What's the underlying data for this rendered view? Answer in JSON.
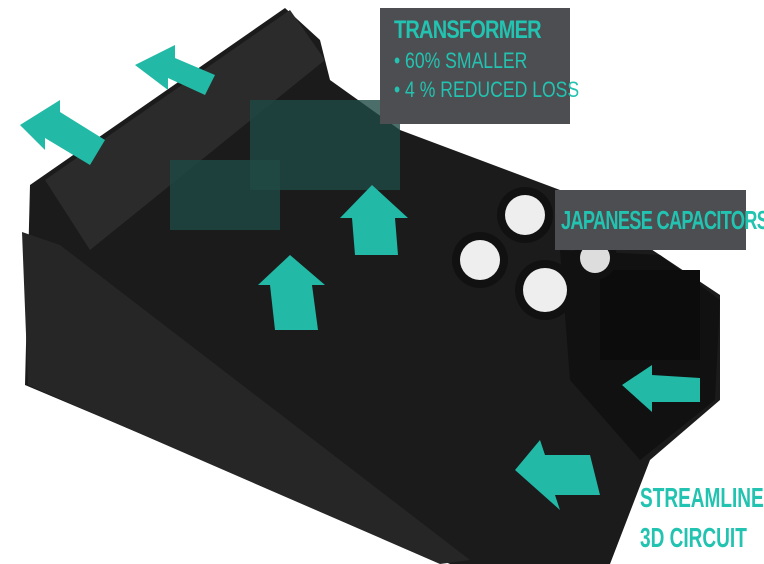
{
  "callouts": {
    "transformer": {
      "title": "TRANSFORMER",
      "bullets": [
        "• 60% SMALLER",
        "• 4 % REDUCED LOSS"
      ]
    },
    "capacitors": {
      "title": "JAPANESE CAPACITORS"
    },
    "circuit": {
      "line1": "STREAMLINED",
      "line2": "3D CIRCUIT"
    }
  },
  "colors": {
    "accent": "#22c3b0",
    "callout_bg": "#4d4e52",
    "board": "#1a1a1a"
  }
}
